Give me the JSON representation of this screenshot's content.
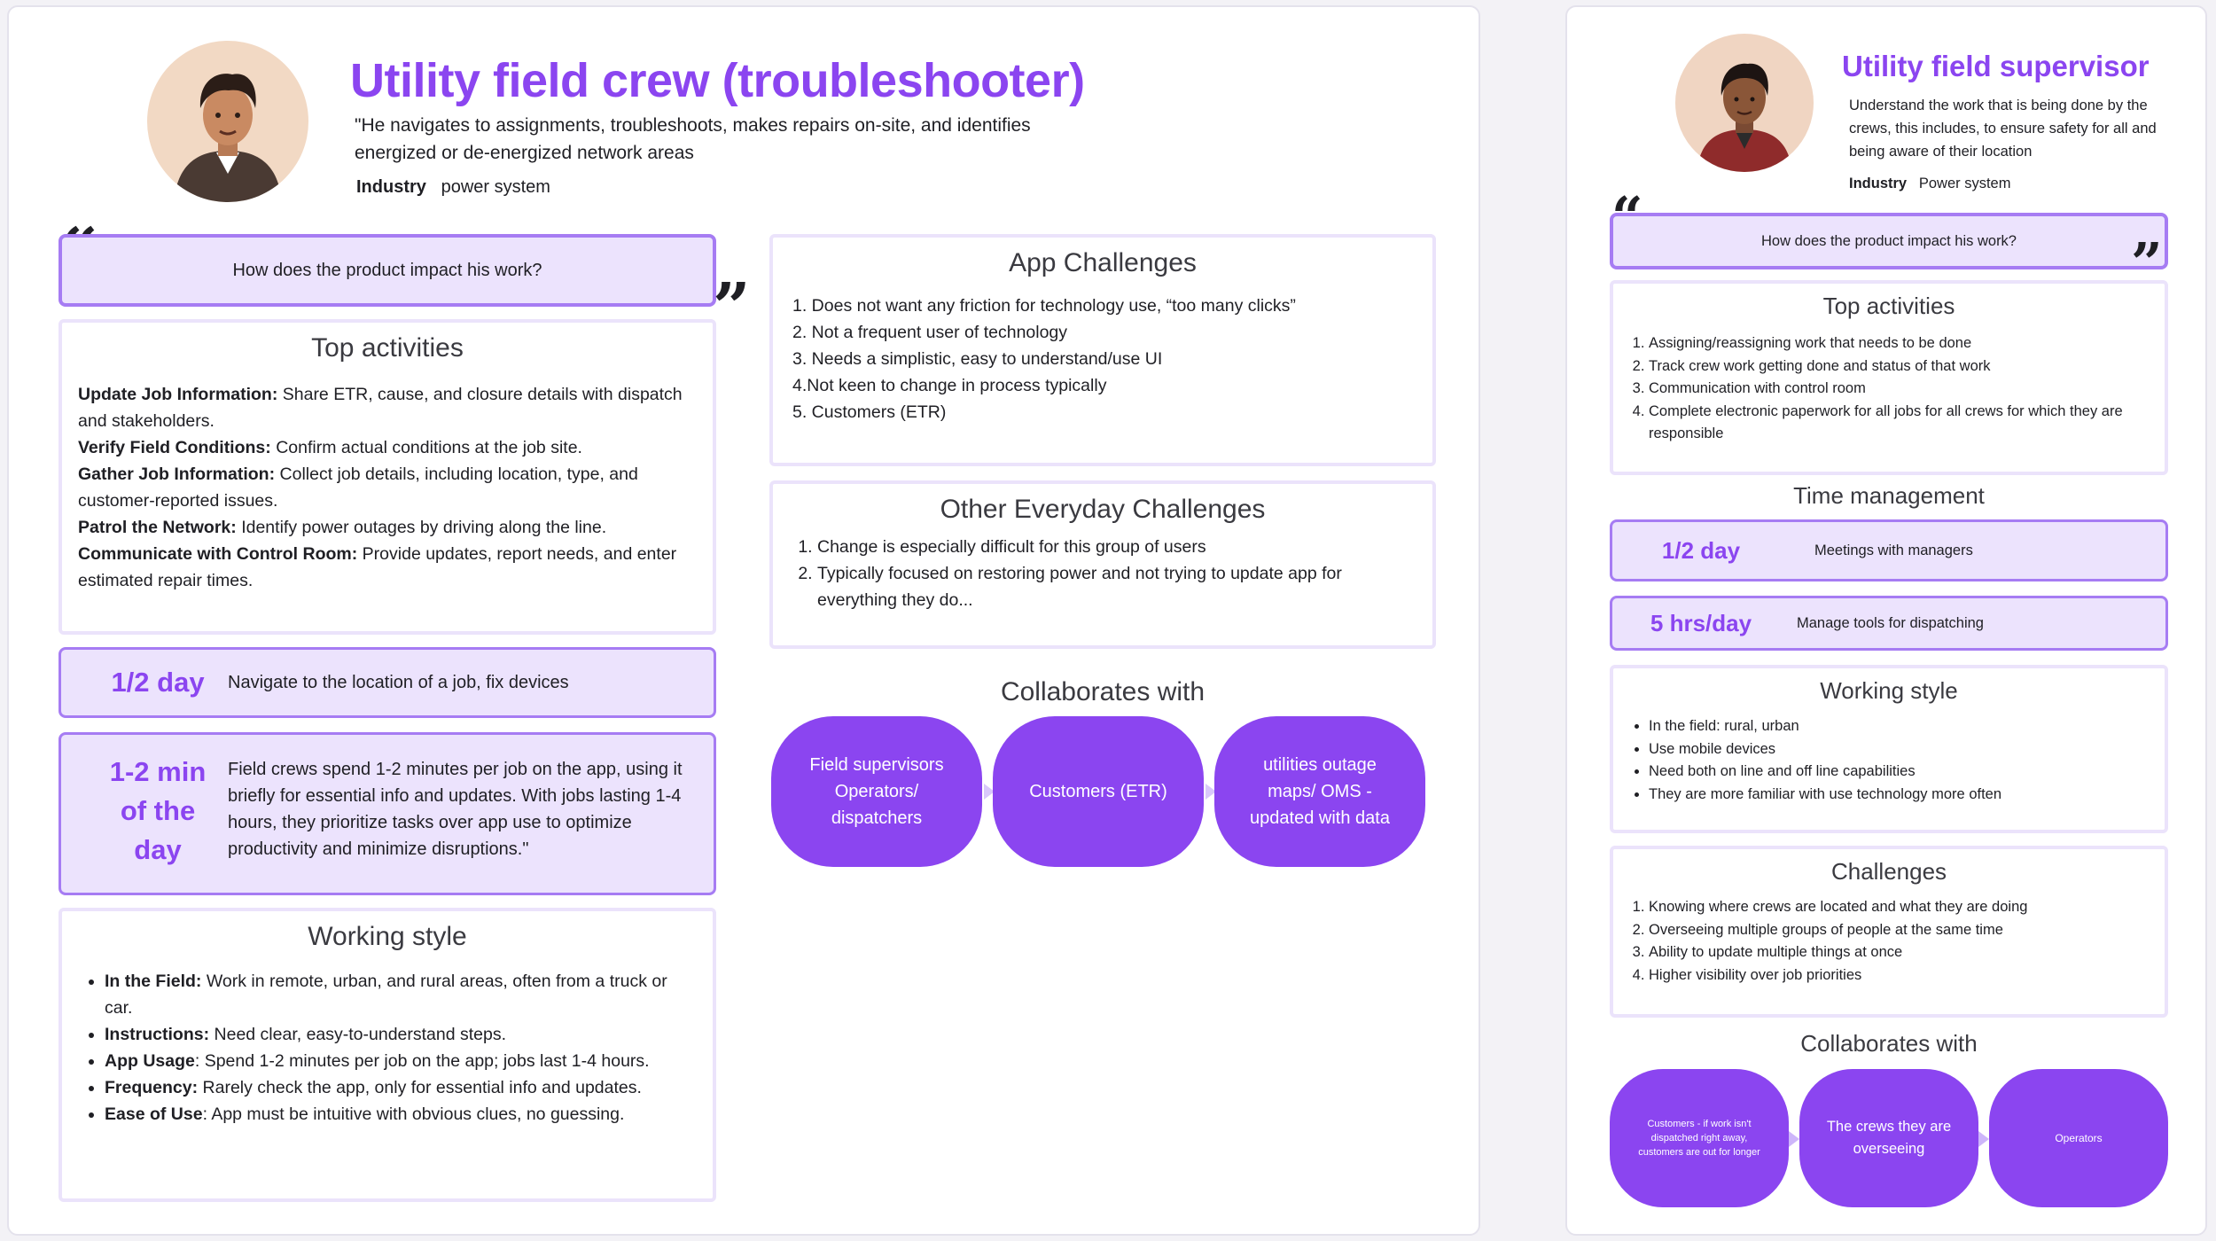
{
  "crew": {
    "title": "Utility field crew (troubleshooter)",
    "description": "\"He navigates to assignments, troubleshoots, makes repairs on-site, and identifies energized or de-energized network areas",
    "industry_label": "Industry",
    "industry_value": "power system",
    "quote_open": "“",
    "quote_close": "”",
    "impact_question": "How does the product impact his work?",
    "top_activities": {
      "title": "Top activities",
      "items": [
        {
          "label": "Update Job Information:",
          "text": " Share ETR, cause, and closure details with dispatch and stakeholders."
        },
        {
          "label": "Verify Field Conditions:",
          "text": " Confirm actual conditions at the job site."
        },
        {
          "label": "Gather Job Information:",
          "text": " Collect job details, including location, type, and customer-reported issues."
        },
        {
          "label": "Patrol the Network:",
          "text": " Identify power outages by driving along the line."
        },
        {
          "label": "Communicate with Control Room:",
          "text": " Provide updates, report needs, and enter estimated repair times."
        }
      ]
    },
    "time1": {
      "value": "1/2 day",
      "text": "Navigate to the location of a job, fix devices"
    },
    "time2": {
      "value_line1": "1-2 min",
      "value_line2": "of the",
      "value_line3": "day",
      "text": "Field crews spend 1-2 minutes per job on the app, using it briefly for essential info and updates. With jobs lasting 1-4 hours, they prioritize tasks over app use to optimize productivity and minimize disruptions.\""
    },
    "working_style": {
      "title": "Working style",
      "items": [
        {
          "label": "In the Field:",
          "text": " Work in remote, urban, and rural areas, often from a truck or car."
        },
        {
          "label": "Instructions:",
          "text": " Need clear, easy-to-understand steps."
        },
        {
          "label": "App Usage",
          "text": ": Spend 1-2 minutes per job on the app; jobs last 1-4 hours."
        },
        {
          "label": "Frequency:",
          "text": " Rarely check the app, only for essential info and updates."
        },
        {
          "label": "Ease of Use",
          "text": ": App must be intuitive with obvious clues, no guessing."
        }
      ]
    },
    "app_challenges": {
      "title": "App Challenges",
      "items": [
        "1.  Does not want any friction for technology use, “too many clicks”",
        "2.  Not a frequent user of technology",
        "3.  Needs a simplistic, easy to understand/use UI",
        "4.Not keen to change in process typically",
        "5.  Customers (ETR)"
      ]
    },
    "other_challenges": {
      "title": "Other Everyday Challenges",
      "items": [
        "Change is especially difficult for this group of users",
        "Typically focused on restoring power and not trying to update app for everything they do..."
      ]
    },
    "collaborates": {
      "title": "Collaborates with",
      "items": [
        {
          "line1": "Field supervisors",
          "line2": "Operators/",
          "line3": "dispatchers"
        },
        {
          "line1": "Customers (ETR)",
          "line2": "",
          "line3": ""
        },
        {
          "line1": "utilities outage",
          "line2": "maps/ OMS -",
          "line3": "updated with data"
        }
      ]
    }
  },
  "supervisor": {
    "title": "Utility field supervisor",
    "description": "Understand the work that is being done by the crews, this includes, to ensure safety for all and being aware of their location",
    "industry_label": "Industry",
    "industry_value": "Power system",
    "impact_question": "How does the product impact his work?",
    "top_activities": {
      "title": "Top activities",
      "items": [
        "Assigning/reassigning work that needs to be done",
        "Track crew work getting done and status of that work",
        "Communication with control room",
        "Complete electronic paperwork for all jobs for all crews for which they are responsible"
      ]
    },
    "time_management": {
      "title": "Time management",
      "rows": [
        {
          "value": "1/2 day",
          "text": "Meetings with managers"
        },
        {
          "value": "5 hrs/day",
          "text": "Manage tools for dispatching"
        }
      ]
    },
    "working_style": {
      "title": "Working style",
      "items": [
        "In the field: rural, urban",
        "Use mobile devices",
        "Need both on line and off line capabilities",
        "They are more familiar with use technology more often"
      ]
    },
    "challenges": {
      "title": "Challenges",
      "items": [
        "Knowing where crews are located and what they are doing",
        "Overseeing multiple groups of people at the same time",
        "Ability to update multiple things at once",
        "Higher visibility over job priorities"
      ]
    },
    "collaborates": {
      "title": "Collaborates with",
      "items": [
        {
          "text": "Customers - if work isn't dispatched right away, customers are out for longer"
        },
        {
          "text": "The crews they are overseeing"
        },
        {
          "text": "Operators"
        }
      ]
    }
  },
  "colors": {
    "accent": "#8b45f0",
    "lilac": "#ece3fd",
    "border": "#ebe3fb"
  }
}
